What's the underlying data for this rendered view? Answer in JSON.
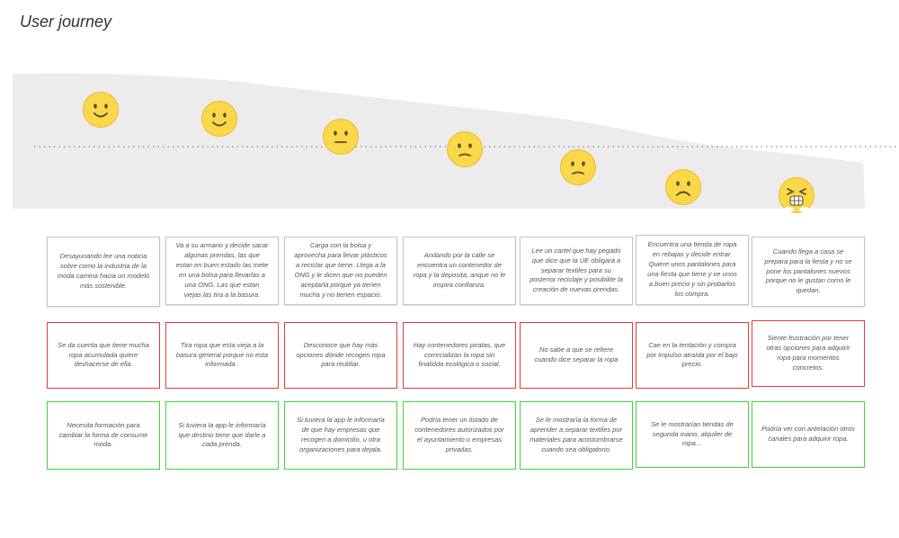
{
  "title": "User journey",
  "stages": [
    {
      "mood": "happy",
      "step": "Desayunando lee una noticia sobre como la industria de la moda camina hacia un modelo más sostenible.",
      "pain": "Se da cuenta que tiene mucha ropa acumulada quiere deshacerse de ella.",
      "opportunity": "Necesita formación para cambiar la forma de consumir moda."
    },
    {
      "mood": "happy",
      "step": "Va a su armario y decide sacar algunas prendas, las que estan en buen estado las mete en una bolsa para llevarlas a una ONG. Las que estan viejas las tira a la basura.",
      "pain": "Tira ropa que esta vieja a la basura general porque no esta informada .",
      "opportunity": "Si tuviera la app le informaría que destino tiene que darle a cada prenda."
    },
    {
      "mood": "neutral",
      "step": "Carga con la bolsa y aprovecha para llevar plásticos a reciclar que tiene. Llega a la ONG y le dicen que no pueden aceptarla porque ya tienen mucha y no tienen espacio.",
      "pain": "Desconoce que hay más opciones dónde recogen ropa para reutiliar.",
      "opportunity": "Si tuviera la app le informaría de que hay empresas que recogen a domicilio, u otra organizaciones para dejala."
    },
    {
      "mood": "slightly-sad",
      "step": "Andando por la calle se encuentra un contenedor de ropa y la deposita, anque no le inspira confianza.",
      "pain": "Hay contenedores piratas, que comrcializan la ropa sin finalidda ecológica o social.",
      "opportunity": "Podría tener un listado de contenedores autorizados por el ayuntamiento o empresas privadas."
    },
    {
      "mood": "slightly-sad",
      "step": "Lee un cartel que hay pegado que dice que la UE obligará a separar textiles para su posterior reciclaje y posibilite la creación de nuevas prendas.",
      "pain": "No sabe a que se refiere cuando dice separar la ropa",
      "opportunity": "Se le mostraría la forma de aprender a separar textiles por materiales para acostumbrarse cuando sea obligatorio."
    },
    {
      "mood": "sad",
      "step": "Encuentra una tienda de ropa en rebajas y decide entrar. Quiere unos pantalones para una fiesta que tiene y ve unos a buen precio y sin probarlos los compra.",
      "pain": "Cae en la tentación y compra por impulso atraída por el bajo precio.",
      "opportunity": "Se le mostrarían tiendas de segunda mano, alquiler de ropa…"
    },
    {
      "mood": "frustrated",
      "step": "Cuando llega a casa se prepara para la fiesta y no se pone los pantalones nuevos porque no le gustan como le quedan.",
      "pain": "Siente frustración por tener otras opciones para adquirir ropa para momentos concretos.",
      "opportunity": "Podría ver con antelación otros canales para adquirir ropa."
    }
  ],
  "colors": {
    "band": "#ececec",
    "face": "#f9d849",
    "face_rim": "#f0b92a",
    "face_feature": "#5b4a2a",
    "pain_border": "#e53b3b",
    "opportunity_border": "#3fd33c",
    "card_border": "#c4c4c4"
  }
}
